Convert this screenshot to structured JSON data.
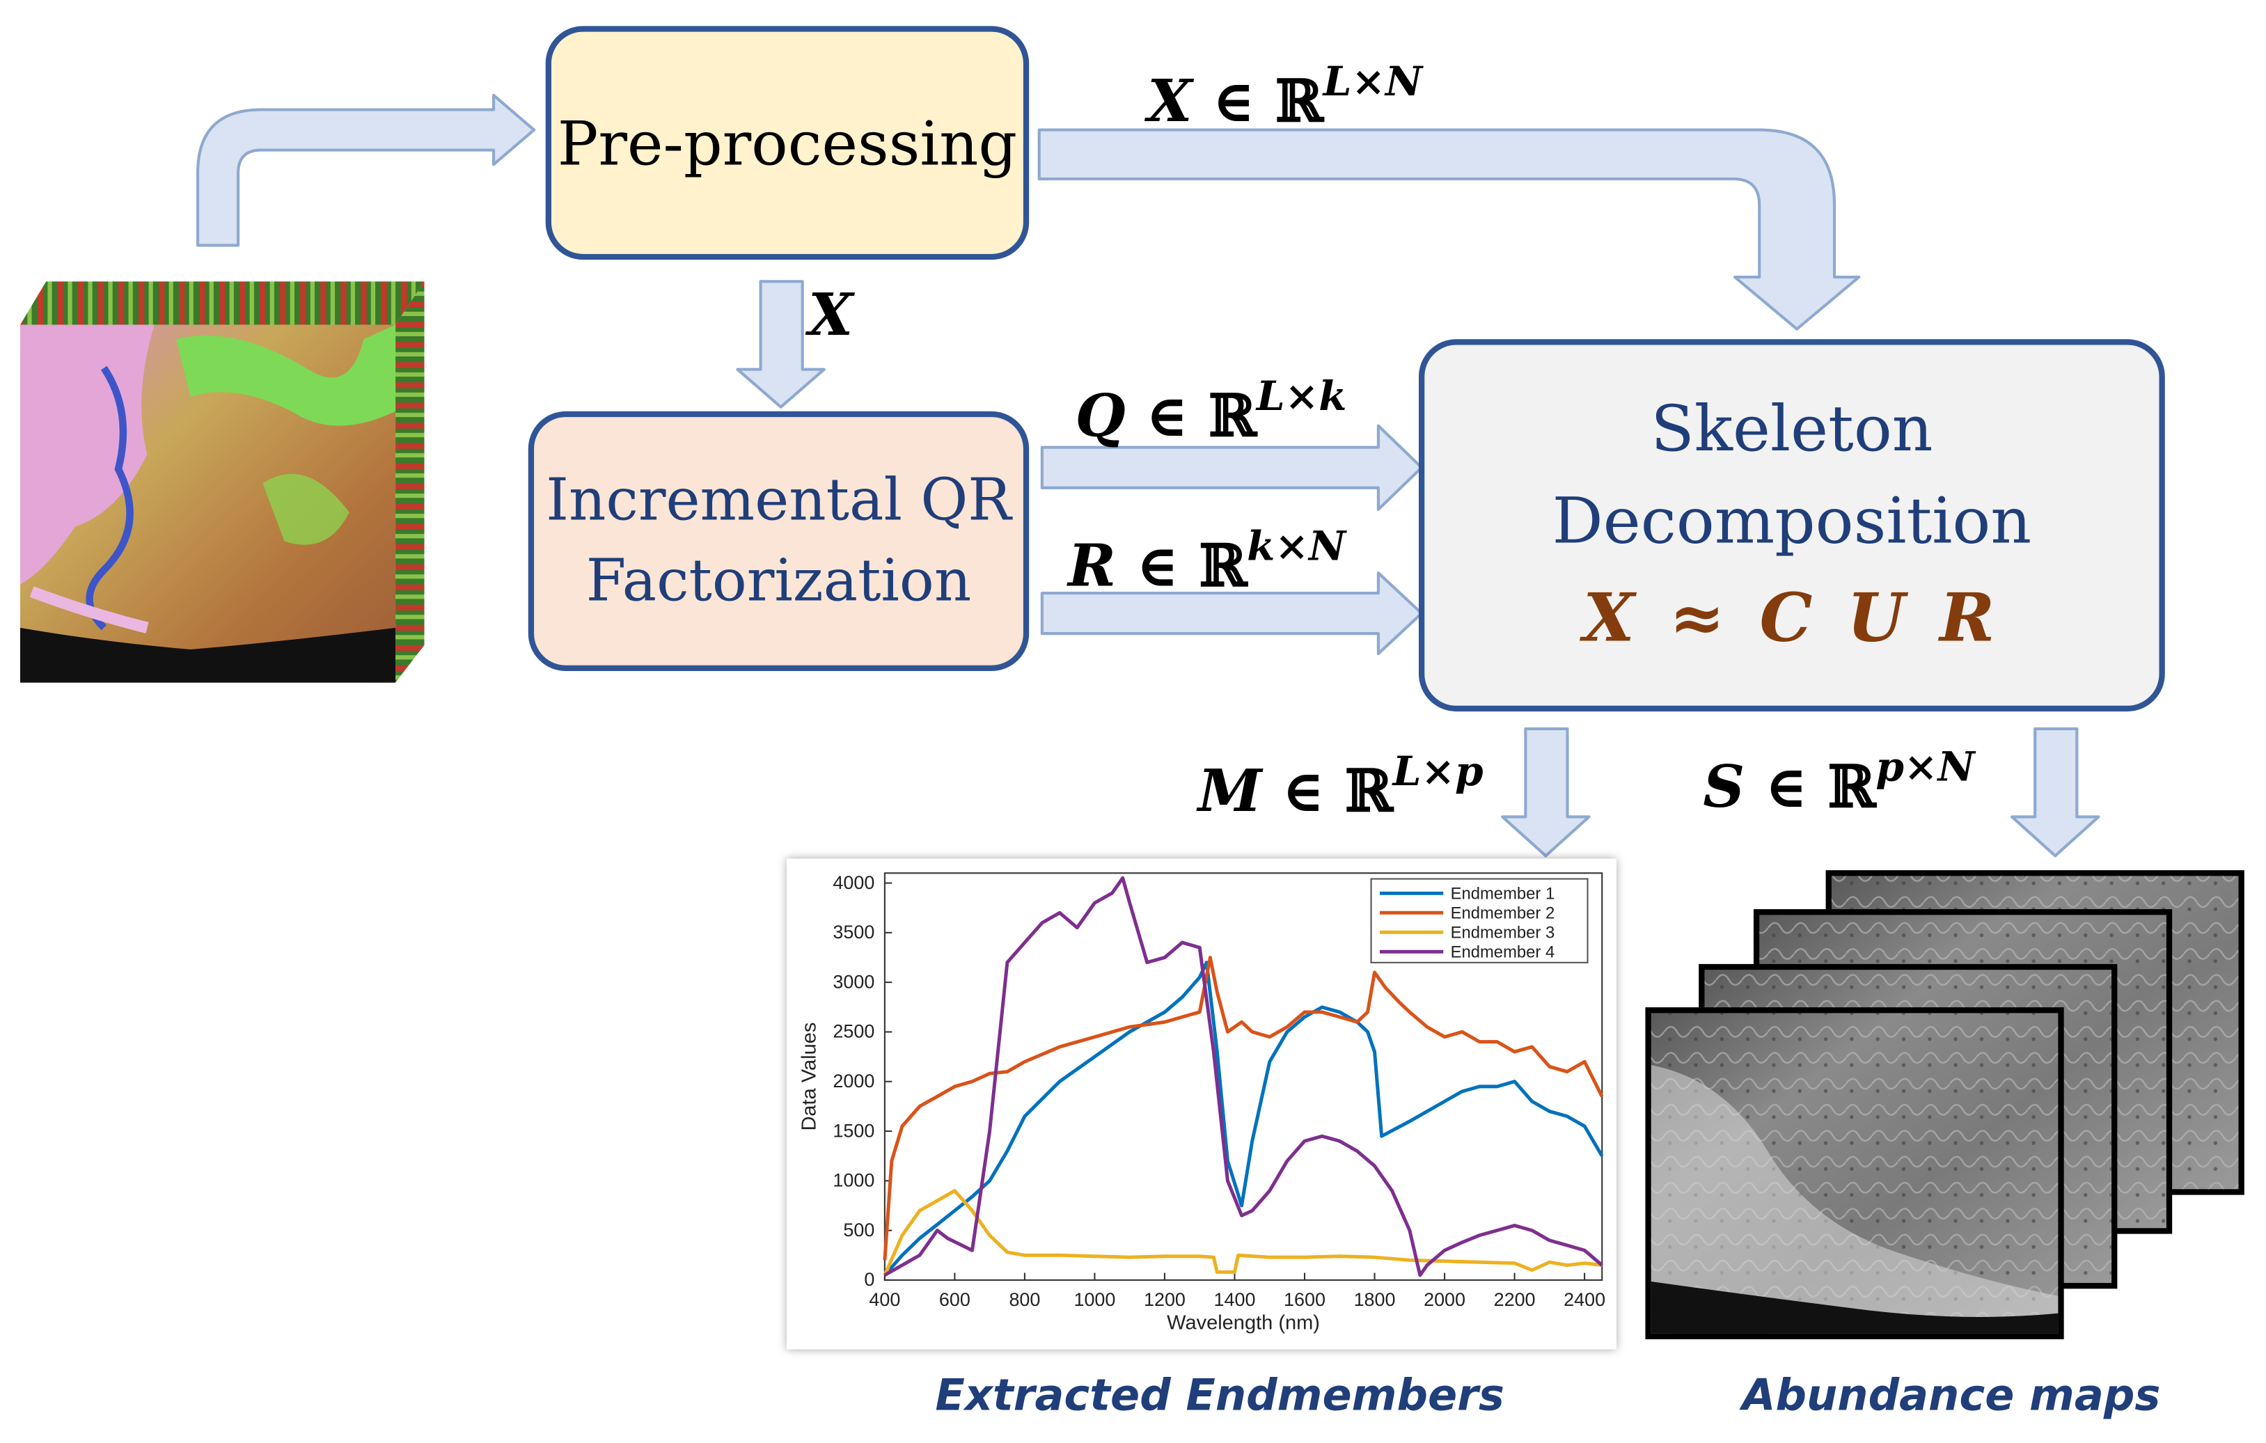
{
  "blocks": {
    "preprocessing": "Pre-processing",
    "qr_line1": "Incremental QR",
    "qr_line2": "Factorization",
    "skeleton_line1": "Skeleton",
    "skeleton_line2": "Decomposition",
    "skeleton_formula": "X ≈ C U R"
  },
  "labels": {
    "x_symbol": "X",
    "x_space": "L×N",
    "x_down": "X",
    "q_symbol": "Q",
    "q_space": "L×k",
    "r_symbol": "R",
    "r_space": "k×N",
    "m_symbol": "M",
    "m_space": "L×p",
    "s_symbol": "S",
    "s_space": "p×N",
    "in_reals": " ∈ ℝ"
  },
  "captions": {
    "endmembers": "Extracted Endmembers",
    "abundance": "Abundance  maps"
  },
  "colors": {
    "box_border": "#2f5597",
    "preprocessing_fill": "#fff2cc",
    "qr_fill": "#fbe5d6",
    "skeleton_fill": "#f2f2f2",
    "skeleton_text": "#1f3e7a",
    "formula_text": "#843c0c",
    "arrow_fill": "#dae3f3",
    "arrow_stroke": "#8ea9cf"
  },
  "chart_data": {
    "type": "line",
    "xlabel": "Wavelength (nm)",
    "ylabel": "Data Values",
    "xlim": [
      400,
      2450
    ],
    "ylim": [
      0,
      4100
    ],
    "xticks": [
      400,
      600,
      800,
      1000,
      1200,
      1400,
      1600,
      1800,
      2000,
      2200,
      2400
    ],
    "yticks": [
      0,
      500,
      1000,
      1500,
      2000,
      2500,
      3000,
      3500,
      4000
    ],
    "legend_position": "top-right",
    "grid": false,
    "series": [
      {
        "name": "Endmember 1",
        "color": "#0072bd",
        "x": [
          400,
          450,
          500,
          550,
          600,
          650,
          700,
          750,
          800,
          900,
          1000,
          1100,
          1200,
          1250,
          1300,
          1320,
          1350,
          1380,
          1420,
          1450,
          1500,
          1550,
          1600,
          1650,
          1700,
          1750,
          1780,
          1800,
          1820,
          1900,
          1950,
          2000,
          2050,
          2100,
          2150,
          2200,
          2250,
          2300,
          2350,
          2400,
          2450
        ],
        "y": [
          50,
          250,
          420,
          560,
          700,
          840,
          1000,
          1300,
          1650,
          2000,
          2250,
          2500,
          2700,
          2850,
          3050,
          3200,
          2300,
          1200,
          750,
          1400,
          2200,
          2500,
          2650,
          2750,
          2700,
          2600,
          2500,
          2300,
          1450,
          1600,
          1700,
          1800,
          1900,
          1950,
          1950,
          2000,
          1800,
          1700,
          1650,
          1550,
          1250
        ]
      },
      {
        "name": "Endmember 2",
        "color": "#d95319",
        "x": [
          400,
          420,
          450,
          500,
          550,
          600,
          650,
          700,
          750,
          800,
          900,
          1000,
          1100,
          1200,
          1250,
          1300,
          1330,
          1350,
          1380,
          1420,
          1450,
          1500,
          1550,
          1600,
          1650,
          1700,
          1750,
          1780,
          1800,
          1830,
          1870,
          1900,
          1950,
          2000,
          2050,
          2100,
          2150,
          2200,
          2250,
          2300,
          2350,
          2400,
          2450
        ],
        "y": [
          200,
          1200,
          1550,
          1750,
          1850,
          1950,
          2000,
          2080,
          2100,
          2200,
          2350,
          2450,
          2550,
          2600,
          2650,
          2700,
          3250,
          2900,
          2500,
          2600,
          2500,
          2450,
          2550,
          2700,
          2700,
          2650,
          2600,
          2700,
          3100,
          2950,
          2800,
          2700,
          2550,
          2450,
          2500,
          2400,
          2400,
          2300,
          2350,
          2150,
          2100,
          2200,
          1850
        ]
      },
      {
        "name": "Endmember 3",
        "color": "#edb120",
        "x": [
          400,
          450,
          500,
          550,
          600,
          650,
          700,
          750,
          800,
          900,
          1000,
          1100,
          1200,
          1300,
          1340,
          1350,
          1400,
          1410,
          1500,
          1600,
          1700,
          1800,
          1900,
          2000,
          2100,
          2200,
          2250,
          2300,
          2350,
          2400,
          2450
        ],
        "y": [
          50,
          450,
          700,
          800,
          900,
          700,
          450,
          280,
          250,
          250,
          240,
          230,
          240,
          240,
          230,
          80,
          80,
          250,
          230,
          230,
          240,
          230,
          200,
          190,
          180,
          170,
          100,
          180,
          150,
          170,
          150
        ]
      },
      {
        "name": "Endmember 4",
        "color": "#7e2f8e",
        "x": [
          400,
          450,
          500,
          550,
          580,
          650,
          700,
          750,
          800,
          850,
          900,
          950,
          1000,
          1050,
          1080,
          1100,
          1150,
          1200,
          1250,
          1300,
          1340,
          1380,
          1420,
          1450,
          1500,
          1550,
          1600,
          1650,
          1700,
          1750,
          1800,
          1850,
          1900,
          1930,
          1950,
          2000,
          2050,
          2100,
          2150,
          2200,
          2250,
          2300,
          2350,
          2400,
          2450
        ],
        "y": [
          50,
          150,
          250,
          500,
          420,
          300,
          1500,
          3200,
          3400,
          3600,
          3700,
          3550,
          3800,
          3900,
          4050,
          3800,
          3200,
          3250,
          3400,
          3350,
          2300,
          1000,
          650,
          700,
          900,
          1200,
          1400,
          1450,
          1400,
          1300,
          1150,
          900,
          500,
          50,
          150,
          300,
          380,
          450,
          500,
          550,
          500,
          400,
          350,
          300,
          150
        ]
      }
    ]
  }
}
